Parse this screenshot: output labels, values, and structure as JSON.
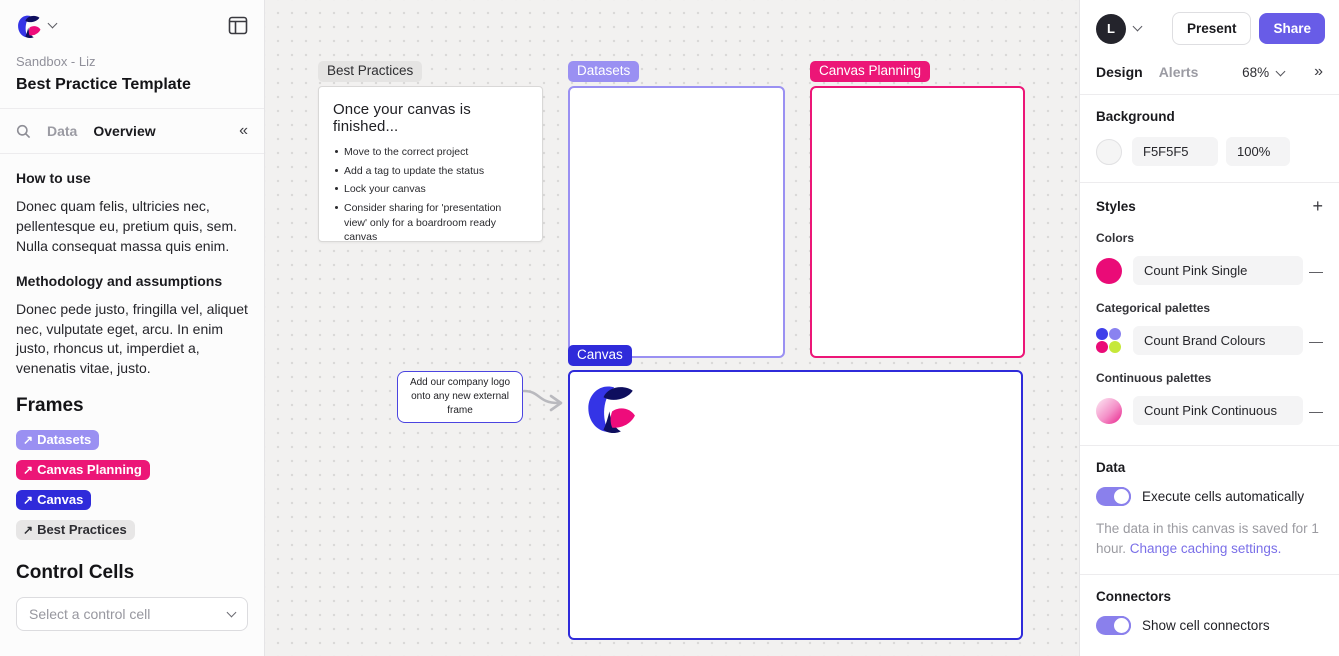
{
  "sidebar": {
    "workspace": "Sandbox - Liz",
    "title": "Best Practice Template",
    "tabs": [
      {
        "label": "Data"
      },
      {
        "label": "Overview"
      }
    ],
    "how_to_use": {
      "heading": "How to use",
      "body": "Donec quam felis, ultricies nec, pellentesque eu, pretium quis, sem. Nulla consequat massa quis enim."
    },
    "methodology": {
      "heading": "Methodology and assumptions",
      "body": "Donec pede justo, fringilla vel, aliquet nec, vulputate eget, arcu. In enim justo, rhoncus ut, imperdiet a, venenatis vitae, justo."
    },
    "frames_heading": "Frames",
    "frame_tags": [
      {
        "label": "Datasets",
        "color": "#9A90F2"
      },
      {
        "label": "Canvas Planning",
        "color": "#EC1677"
      },
      {
        "label": "Canvas",
        "color": "#2F2BDA"
      },
      {
        "label": "Best Practices",
        "color": "#E7E6E6"
      }
    ],
    "control_cells_heading": "Control Cells",
    "control_select_placeholder": "Select a control cell"
  },
  "canvas": {
    "frames": {
      "best_practices": {
        "label": "Best Practices",
        "label_color": "#E5E4E3",
        "card": {
          "heading": "Once your canvas is finished...",
          "bullets": [
            "Move to the correct project",
            "Add a tag to update the status",
            "Lock your canvas",
            "Consider sharing for 'presentation view' only for a boardroom ready canvas"
          ]
        }
      },
      "datasets": {
        "label": "Datasets",
        "color": "#9A90F2"
      },
      "canvas_planning": {
        "label": "Canvas Planning",
        "color": "#EC1677"
      },
      "canvas": {
        "label": "Canvas",
        "color": "#2F2BDA"
      }
    },
    "note": {
      "text": "Add our company logo onto any new external frame"
    }
  },
  "panel": {
    "avatar_initial": "L",
    "present_label": "Present",
    "share_label": "Share",
    "share_color": "#685CE7",
    "tabs": [
      {
        "label": "Design"
      },
      {
        "label": "Alerts"
      }
    ],
    "zoom_level": "68%",
    "background": {
      "heading": "Background",
      "swatch_color": "#F5F5F5",
      "color_value": "F5F5F5",
      "opacity": "100%"
    },
    "styles": {
      "heading": "Styles",
      "colors_label": "Colors",
      "single_color": "#EA0B77",
      "single_color_name": "Count Pink Single",
      "categorical_label": "Categorical palettes",
      "categorical_colors": [
        "#3F3FEA",
        "#8A82F0",
        "#EA0B77",
        "#C6E83A"
      ],
      "categorical_name": "Count Brand Colours",
      "continuous_label": "Continuous palettes",
      "continuous_gradient": "linear-gradient(135deg, #FDEBF5 0%, #F490C8 55%, #E9238B 100%)",
      "continuous_name": "Count Pink Continuous"
    },
    "data": {
      "heading": "Data",
      "toggle_label": "Execute cells automatically",
      "toggle_on": true,
      "caption": "The data in this canvas is saved for 1 hour. ",
      "caption_link": "Change caching settings."
    },
    "connectors": {
      "heading": "Connectors",
      "toggle_label": "Show cell connectors",
      "toggle_on": true
    }
  },
  "icons": {
    "minus": "—",
    "plus": "+",
    "collapse_left": "«",
    "collapse_right": "»",
    "arrow_ne": "↗"
  },
  "colors": {
    "canvas_background": "#F2F1F0",
    "background_hex": "#F5F5F5",
    "toggle_track": "#8A80EC",
    "link": "#7A6FE8"
  }
}
